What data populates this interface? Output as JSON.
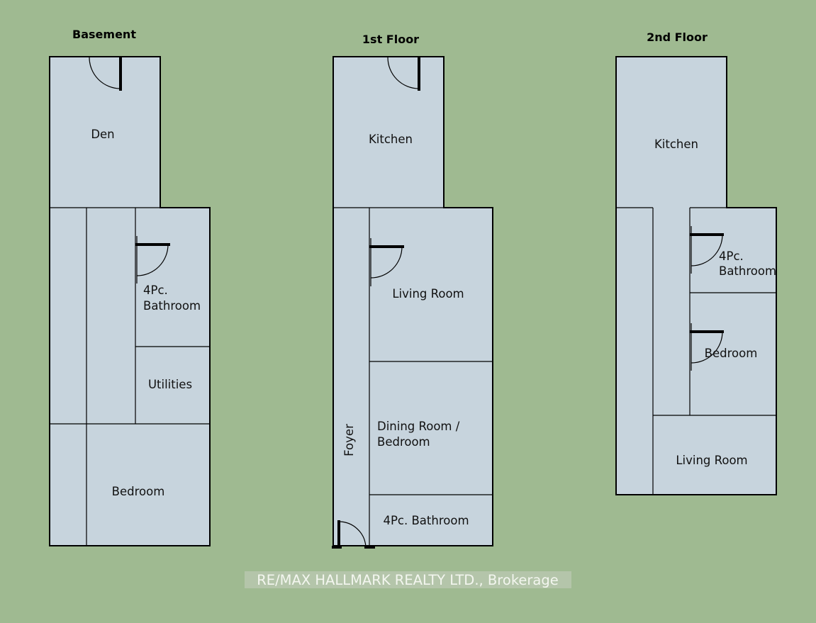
{
  "floors": {
    "basement": {
      "title": "Basement",
      "rooms": {
        "den": "Den",
        "bathroom_line1": "4Pc.",
        "bathroom_line2": "Bathroom",
        "utilities": "Utilities",
        "bedroom": "Bedroom"
      }
    },
    "first": {
      "title": "1st Floor",
      "rooms": {
        "kitchen": "Kitchen",
        "living": "Living Room",
        "dining_line1": "Dining Room /",
        "dining_line2": "Bedroom",
        "foyer": "Foyer",
        "bathroom": "4Pc. Bathroom"
      }
    },
    "second": {
      "title": "2nd Floor",
      "rooms": {
        "kitchen": "Kitchen",
        "bathroom_line1": "4Pc.",
        "bathroom_line2": "Bathroom",
        "bedroom": "Bedroom",
        "living": "Living Room"
      }
    }
  },
  "watermark": "RE/MAX HALLMARK REALTY LTD., Brokerage",
  "colors": {
    "background": "#9fba91",
    "room_fill": "#c7d4dd",
    "wall": "#000000",
    "watermark_text": "#f3f6ef"
  }
}
